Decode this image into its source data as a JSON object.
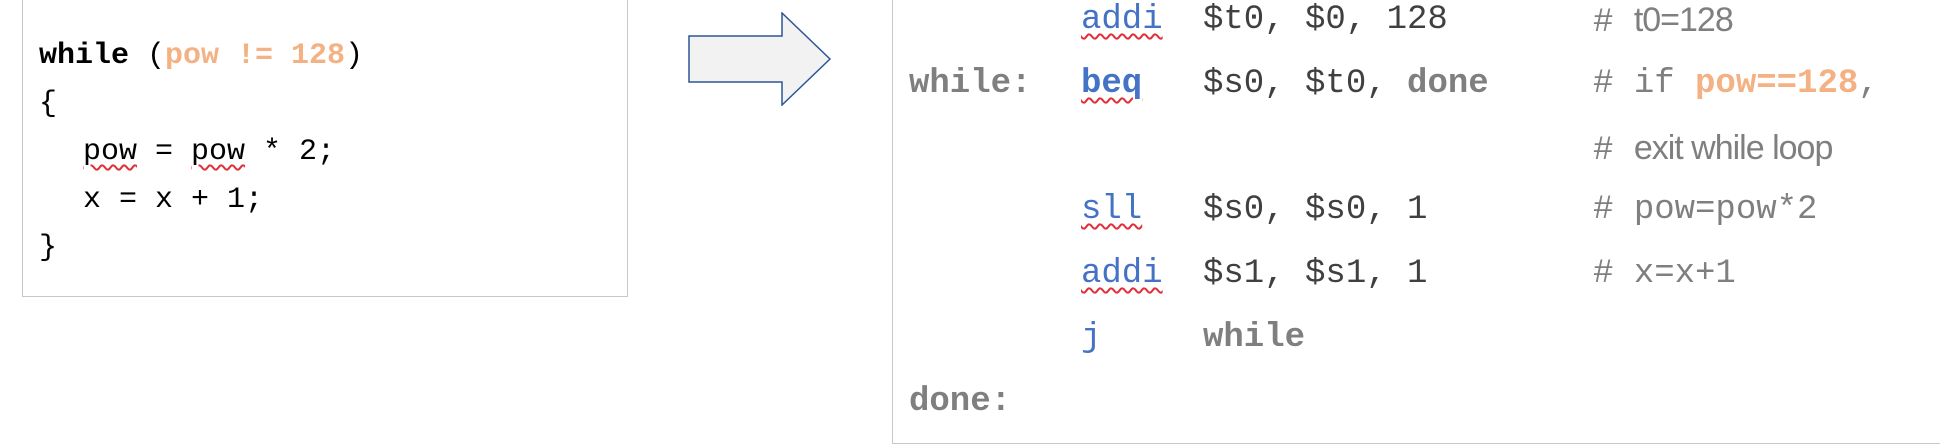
{
  "c_code": {
    "line1": {
      "keyword": "while",
      "open": " (",
      "condition": "pow != 128",
      "close": ")"
    },
    "line2": "{",
    "line3": {
      "var1": "pow",
      "mid": " = ",
      "var2": "pow",
      "rest": " * 2;"
    },
    "line4": "x = x + 1;",
    "line5": "}"
  },
  "asm": {
    "row1": {
      "label": "",
      "op": "addi",
      "args": "$t0, $0, 128",
      "comment_hash": "# ",
      "comment": "t0=128"
    },
    "row2": {
      "label": "while:",
      "op": "beq",
      "args_a": "$s0, $t0, ",
      "args_b": "done",
      "comment_hash": "# ",
      "comment_a": "if ",
      "comment_b": "pow==128",
      "comment_c": ","
    },
    "row3": {
      "comment_hash": "# ",
      "comment": "exit while loop"
    },
    "row4": {
      "op": "sll",
      "args": "$s0, $s0, 1",
      "comment_hash": "# ",
      "comment": "pow=pow*2"
    },
    "row5": {
      "op": "addi",
      "args": "$s1, $s1, 1",
      "comment_hash": "# ",
      "comment": "x=x+1"
    },
    "row6": {
      "op": "j",
      "args": "while"
    },
    "row7": {
      "label": "done:"
    }
  },
  "colors": {
    "keyword_orange": "#F4B183",
    "opcode_blue": "#4472C4",
    "label_gray": "#7f7f7f",
    "arrow_stroke": "#2F5597",
    "arrow_fill": "#f2f2f2"
  }
}
